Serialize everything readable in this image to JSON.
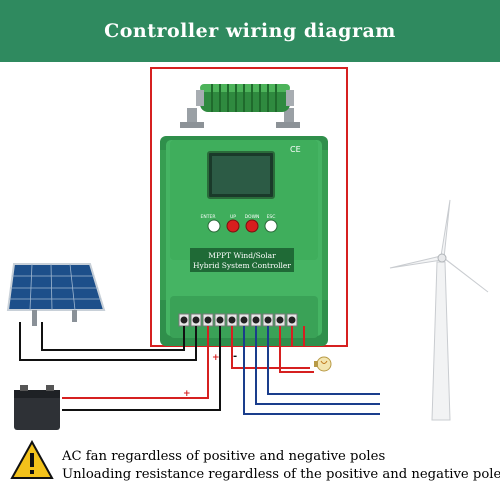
{
  "header": {
    "title": "Controller wiring diagram"
  },
  "controller": {
    "ce_mark": "CE",
    "buttons": [
      {
        "label": "ENTER",
        "color": "#ffffff"
      },
      {
        "label": "UP",
        "color": "#d81e1e"
      },
      {
        "label": "DOWN",
        "color": "#d81e1e"
      },
      {
        "label": "ESC",
        "color": "#ffffff"
      }
    ],
    "label_line1": "MPPT Wind/Solar",
    "label_line2": "Hybrid System Controller",
    "terminal_count": 10
  },
  "polarity": {
    "plus_upper": "+",
    "minus_upper": "-",
    "plus_lower": "+"
  },
  "notes": {
    "line1": "AC fan regardless of positive and negative poles",
    "line2": "Unloading resistance regardless of the positive and negative poles"
  },
  "icons": [
    "warning-icon",
    "solar-panel-icon",
    "battery-icon",
    "wind-turbine-icon",
    "light-bulb-icon",
    "resistor-icon"
  ],
  "colors": {
    "header_bg": "#2f8a5f",
    "controller_body": "#3fae5c",
    "wire_red": "#d62020",
    "wire_blue": "#1a3d8c",
    "wire_black": "#111111"
  }
}
